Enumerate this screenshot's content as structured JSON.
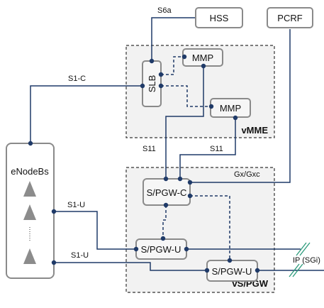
{
  "nodes": {
    "hss": "HSS",
    "pcrf": "PCRF",
    "mmp_top": "MMP",
    "mmp_bottom": "MMP",
    "slb": "SLB",
    "enodebs": "eNodeBs",
    "spgw_c": "S/PGW-C",
    "spgw_u_left": "S/PGW-U",
    "spgw_u_right": "S/PGW-U"
  },
  "regions": {
    "vmme": "vMME",
    "vspgw": "vS/PGW"
  },
  "interfaces": {
    "s6a": "S6a",
    "s1c": "S1-C",
    "s11_left": "S11",
    "s11_right": "S11",
    "gx": "Gx/Gxc",
    "s1u_top": "S1-U",
    "s1u_bottom": "S1-U",
    "ip": "IP (SGi)"
  },
  "colors": {
    "link": "#1f3a68",
    "box_border": "#8a8a8a",
    "region_fill": "#f2f2f2"
  }
}
